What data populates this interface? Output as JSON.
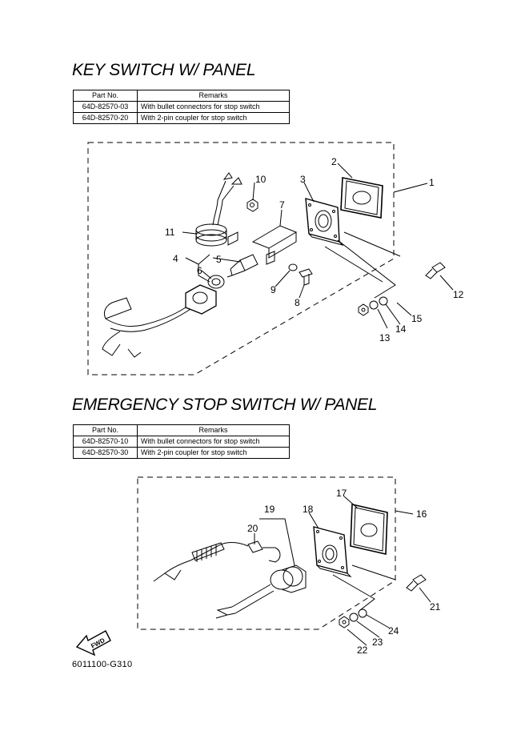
{
  "sections": [
    {
      "title": "KEY SWITCH W/ PANEL",
      "table": {
        "headers": [
          "Part No.",
          "Remarks"
        ],
        "rows": [
          [
            "64D-82570-03",
            "With bullet connectors for stop switch"
          ],
          [
            "64D-82570-20",
            "With 2-pin coupler for stop switch"
          ]
        ]
      }
    },
    {
      "title": "EMERGENCY STOP SWITCH W/ PANEL",
      "table": {
        "headers": [
          "Part No.",
          "Remarks"
        ],
        "rows": [
          [
            "64D-82570-10",
            "With bullet connectors for stop switch"
          ],
          [
            "64D-82570-30",
            "With 2-pin coupler for stop switch"
          ]
        ]
      }
    }
  ],
  "callouts": {
    "n1": "1",
    "n2": "2",
    "n3": "3",
    "n4": "4",
    "n5": "5",
    "n6": "6",
    "n7": "7",
    "n8": "8",
    "n9": "9",
    "n10": "10",
    "n11": "11",
    "n12": "12",
    "n13": "13",
    "n14": "14",
    "n15": "15",
    "n16": "16",
    "n17": "17",
    "n18": "18",
    "n19": "19",
    "n20": "20",
    "n21": "21",
    "n22": "22",
    "n23": "23",
    "n24": "24"
  },
  "fwd_label": "FWD",
  "drawing_code": "6011100-G310"
}
